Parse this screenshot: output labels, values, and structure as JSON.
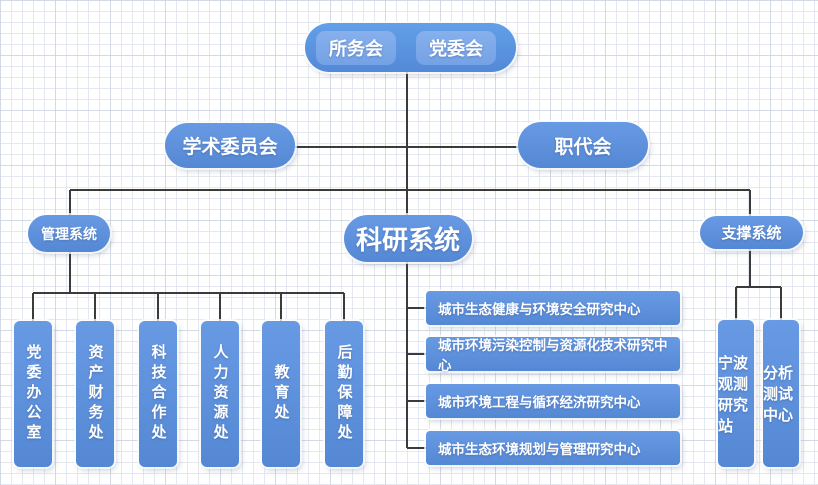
{
  "org": {
    "top": [
      "所务会",
      "党委会"
    ],
    "committees": [
      "学术委员会",
      "职代会"
    ],
    "branches": [
      {
        "label": "管理系统",
        "children": [
          "党委办公室",
          "资产财务处",
          "科技合作处",
          "人力资源处",
          "教育处",
          "后勤保障处"
        ]
      },
      {
        "label": "科研系统",
        "children": [
          "城市生态健康与环境安全研究中心",
          "城市环境污染控制与资源化技术研究中心",
          "城市环境工程与循环经济研究中心",
          "城市生态环境规划与管理研究中心"
        ]
      },
      {
        "label": "支撑系统",
        "children": [
          "宁波观测研究站",
          "分析测试中心"
        ]
      }
    ],
    "colors": {
      "node_blue": "#5588d4",
      "node_light_blue": "#7aa7e8",
      "container_blue": "#5a97e0",
      "connector": "#3b3b3b",
      "text": "#ffffff"
    }
  }
}
